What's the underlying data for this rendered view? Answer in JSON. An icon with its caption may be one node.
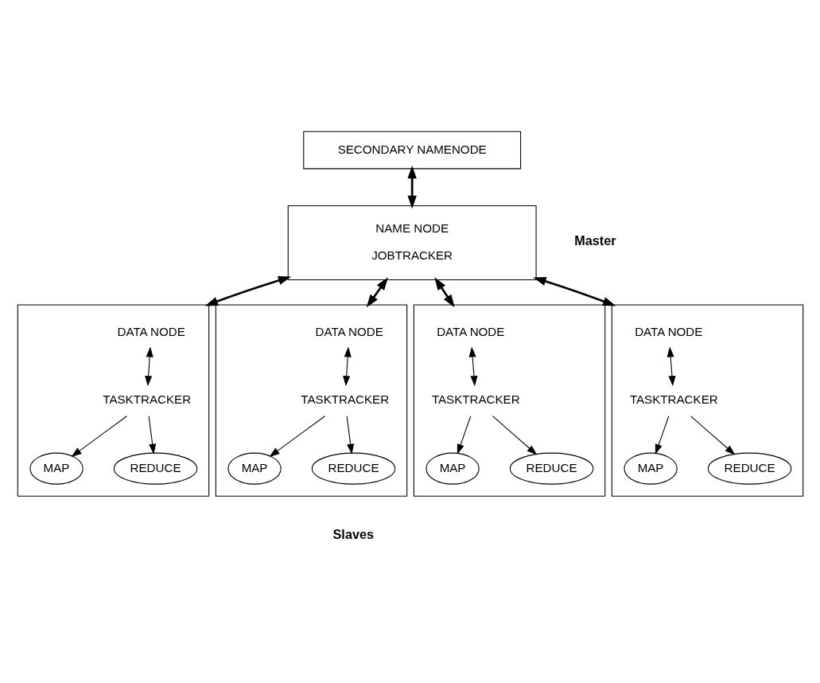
{
  "diagram": {
    "nodes": [
      {
        "text": [
          "SECONDARY NAMENODE"
        ]
      },
      {
        "text": [
          "NAME NODE",
          "JOBTRACKER"
        ]
      },
      {
        "text": [],
        "shape": "box"
      },
      {
        "text": [
          "DATA NODE"
        ],
        "in": 2
      },
      {
        "text": [
          "TASKTRACKER"
        ],
        "in": 2
      },
      {
        "text": [
          "MAP"
        ],
        "in": 2
      },
      {
        "text": [
          "REDUCE"
        ],
        "in": 2
      },
      {
        "text": [],
        "shape": "box"
      },
      {
        "text": [
          "DATA NODE"
        ],
        "in": 7
      },
      {
        "text": [
          "TASKTRACKER"
        ],
        "in": 7
      },
      {
        "text": [
          "MAP"
        ],
        "in": 7
      },
      {
        "text": [
          "REDUCE"
        ],
        "in": 7
      },
      {
        "text": [],
        "shape": "box"
      },
      {
        "text": [
          "DATA NODE"
        ],
        "in": 12
      },
      {
        "text": [
          "TASKTRACKER"
        ],
        "in": 12
      },
      {
        "text": [
          "MAP"
        ],
        "in": 12
      },
      {
        "text": [
          "REDUCE"
        ],
        "in": 12
      },
      {
        "text": [],
        "shape": "box"
      },
      {
        "text": [
          "DATA NODE"
        ],
        "in": 17
      },
      {
        "text": [
          "TASKTRACKER"
        ],
        "in": 17
      },
      {
        "text": [
          "MAP"
        ],
        "in": 17
      },
      {
        "text": [
          "REDUCE"
        ],
        "in": 17
      }
    ],
    "edges": [
      {
        "from": 0,
        "to": 1,
        "arrow": "both",
        "style": "thick"
      },
      {
        "from": 1,
        "to": 2,
        "arrow": "both",
        "style": "thick"
      },
      {
        "from": 1,
        "to": 7,
        "arrow": "both",
        "style": "thick"
      },
      {
        "from": 1,
        "to": 12,
        "arrow": "both",
        "style": "thick"
      },
      {
        "from": 1,
        "to": 17,
        "arrow": "both",
        "style": "thick"
      },
      {
        "from": 3,
        "to": 4,
        "arrow": "both"
      },
      {
        "from": 4,
        "to": 5,
        "arrow": "to"
      },
      {
        "from": 4,
        "to": 6,
        "arrow": "to"
      },
      {
        "from": 8,
        "to": 9,
        "arrow": "both"
      },
      {
        "from": 9,
        "to": 10,
        "arrow": "to"
      },
      {
        "from": 9,
        "to": 11,
        "arrow": "to"
      },
      {
        "from": 13,
        "to": 14,
        "arrow": "both"
      },
      {
        "from": 14,
        "to": 15,
        "arrow": "to"
      },
      {
        "from": 14,
        "to": 16,
        "arrow": "to"
      },
      {
        "from": 18,
        "to": 19,
        "arrow": "both"
      },
      {
        "from": 19,
        "to": 20,
        "arrow": "to"
      },
      {
        "from": 19,
        "to": 21,
        "arrow": "to"
      }
    ],
    "labels": [
      "Master",
      "Slaves"
    ]
  }
}
